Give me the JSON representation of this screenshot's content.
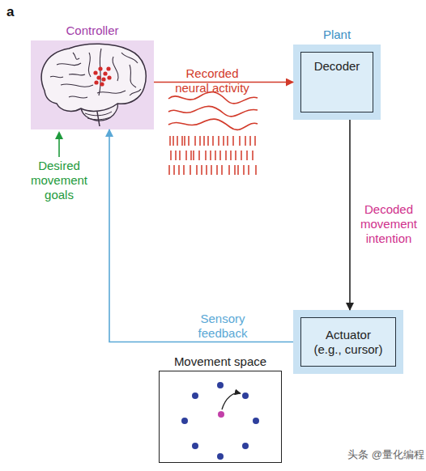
{
  "diagram": {
    "nodes": [
      {
        "text": [
          "Controller"
        ]
      },
      {
        "text": [
          "Plant",
          "Decoder"
        ]
      },
      {
        "text": [
          "Actuator (e.g., cursor)"
        ]
      },
      {
        "text": [
          "Movement space"
        ]
      }
    ],
    "edges": [
      {
        "from": 0,
        "to": 1,
        "label": "Recorded neural activity",
        "arrow": "to"
      },
      {
        "from": 1,
        "to": 2,
        "label": "Decoded movement intention",
        "arrow": "to"
      },
      {
        "from": 2,
        "to": 0,
        "label": "Sensory feedback",
        "arrow": "to"
      }
    ],
    "labels": [
      "a",
      "Desired movement goals",
      "头条 @量化编程"
    ]
  }
}
